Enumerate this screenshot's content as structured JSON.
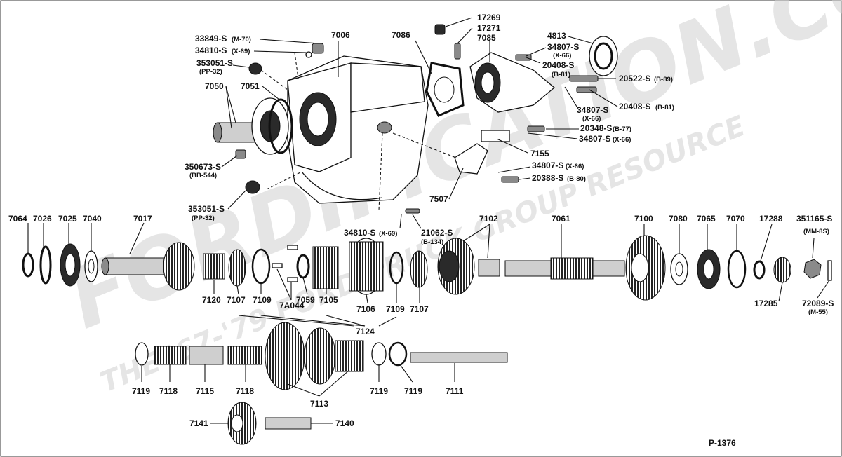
{
  "watermark": {
    "main": "FORDIFICATION.COM",
    "tagline": "THE '67-'79 FORD TRUCK GROUP RESOURCE"
  },
  "figure_code": "P-1376",
  "labels": {
    "l7064": "7064",
    "l7026": "7026",
    "l7025": "7025",
    "l7040": "7040",
    "l7017": "7017",
    "l7120": "7120",
    "l7107a": "7107",
    "l7109a": "7109",
    "l7A044": "7A044",
    "l7059": "7059",
    "l7105": "7105",
    "l7106": "7106",
    "l7109b": "7109",
    "l7107b": "7107",
    "l7124": "7124",
    "l7102": "7102",
    "l7061": "7061",
    "l7100": "7100",
    "l7080": "7080",
    "l7065": "7065",
    "l7070": "7070",
    "l17288": "17288",
    "l351165": "351165-S",
    "l351165s": "(MM-8S)",
    "l17285": "17285",
    "l72089": "72089-S",
    "l72089s": "(M-55)",
    "l7119a": "7119",
    "l7118a": "7118",
    "l7115": "7115",
    "l7118b": "7118",
    "l7113": "7113",
    "l7119b": "7119",
    "l7119c": "7119",
    "l7111": "7111",
    "l7141": "7141",
    "l7140": "7140",
    "l33849": "33849-S",
    "l33849s": "(M-70)",
    "l34810a": "34810-S",
    "l34810as": "(X-69)",
    "l353051a": "353051-S",
    "l353051as": "(PP-32)",
    "l7006": "7006",
    "l7050": "7050",
    "l7051": "7051",
    "l350673": "350673-S",
    "l350673s": "(BB-544)",
    "l353051b": "353051-S",
    "l353051bs": "(PP-32)",
    "l7086": "7086",
    "l17269": "17269",
    "l17271": "17271",
    "l7085": "7085",
    "l4813": "4813",
    "l34807a": "34807-S",
    "l34807as": "(X-66)",
    "l20408a": "20408-S",
    "l20408as": "(B-81)",
    "l20522": "20522-S",
    "l20522s": "(B-89)",
    "l34807b": "34807-S",
    "l34807bs": "(X-66)",
    "l20408b": "20408-S",
    "l20408bs": "(B-81)",
    "l20348": "20348-S",
    "l20348s": "(B-77)",
    "l34807c": "34807-S",
    "l34807cs": "(X-66)",
    "l7155": "7155",
    "l34807d": "34807-S",
    "l34807ds": "(X-66)",
    "l20388": "20388-S",
    "l20388s": "(B-80)",
    "l7507": "7507",
    "l34810b": "34810-S",
    "l34810bs": "(X-69)",
    "l21062": "21062-S",
    "l21062s": "(B-134)"
  }
}
